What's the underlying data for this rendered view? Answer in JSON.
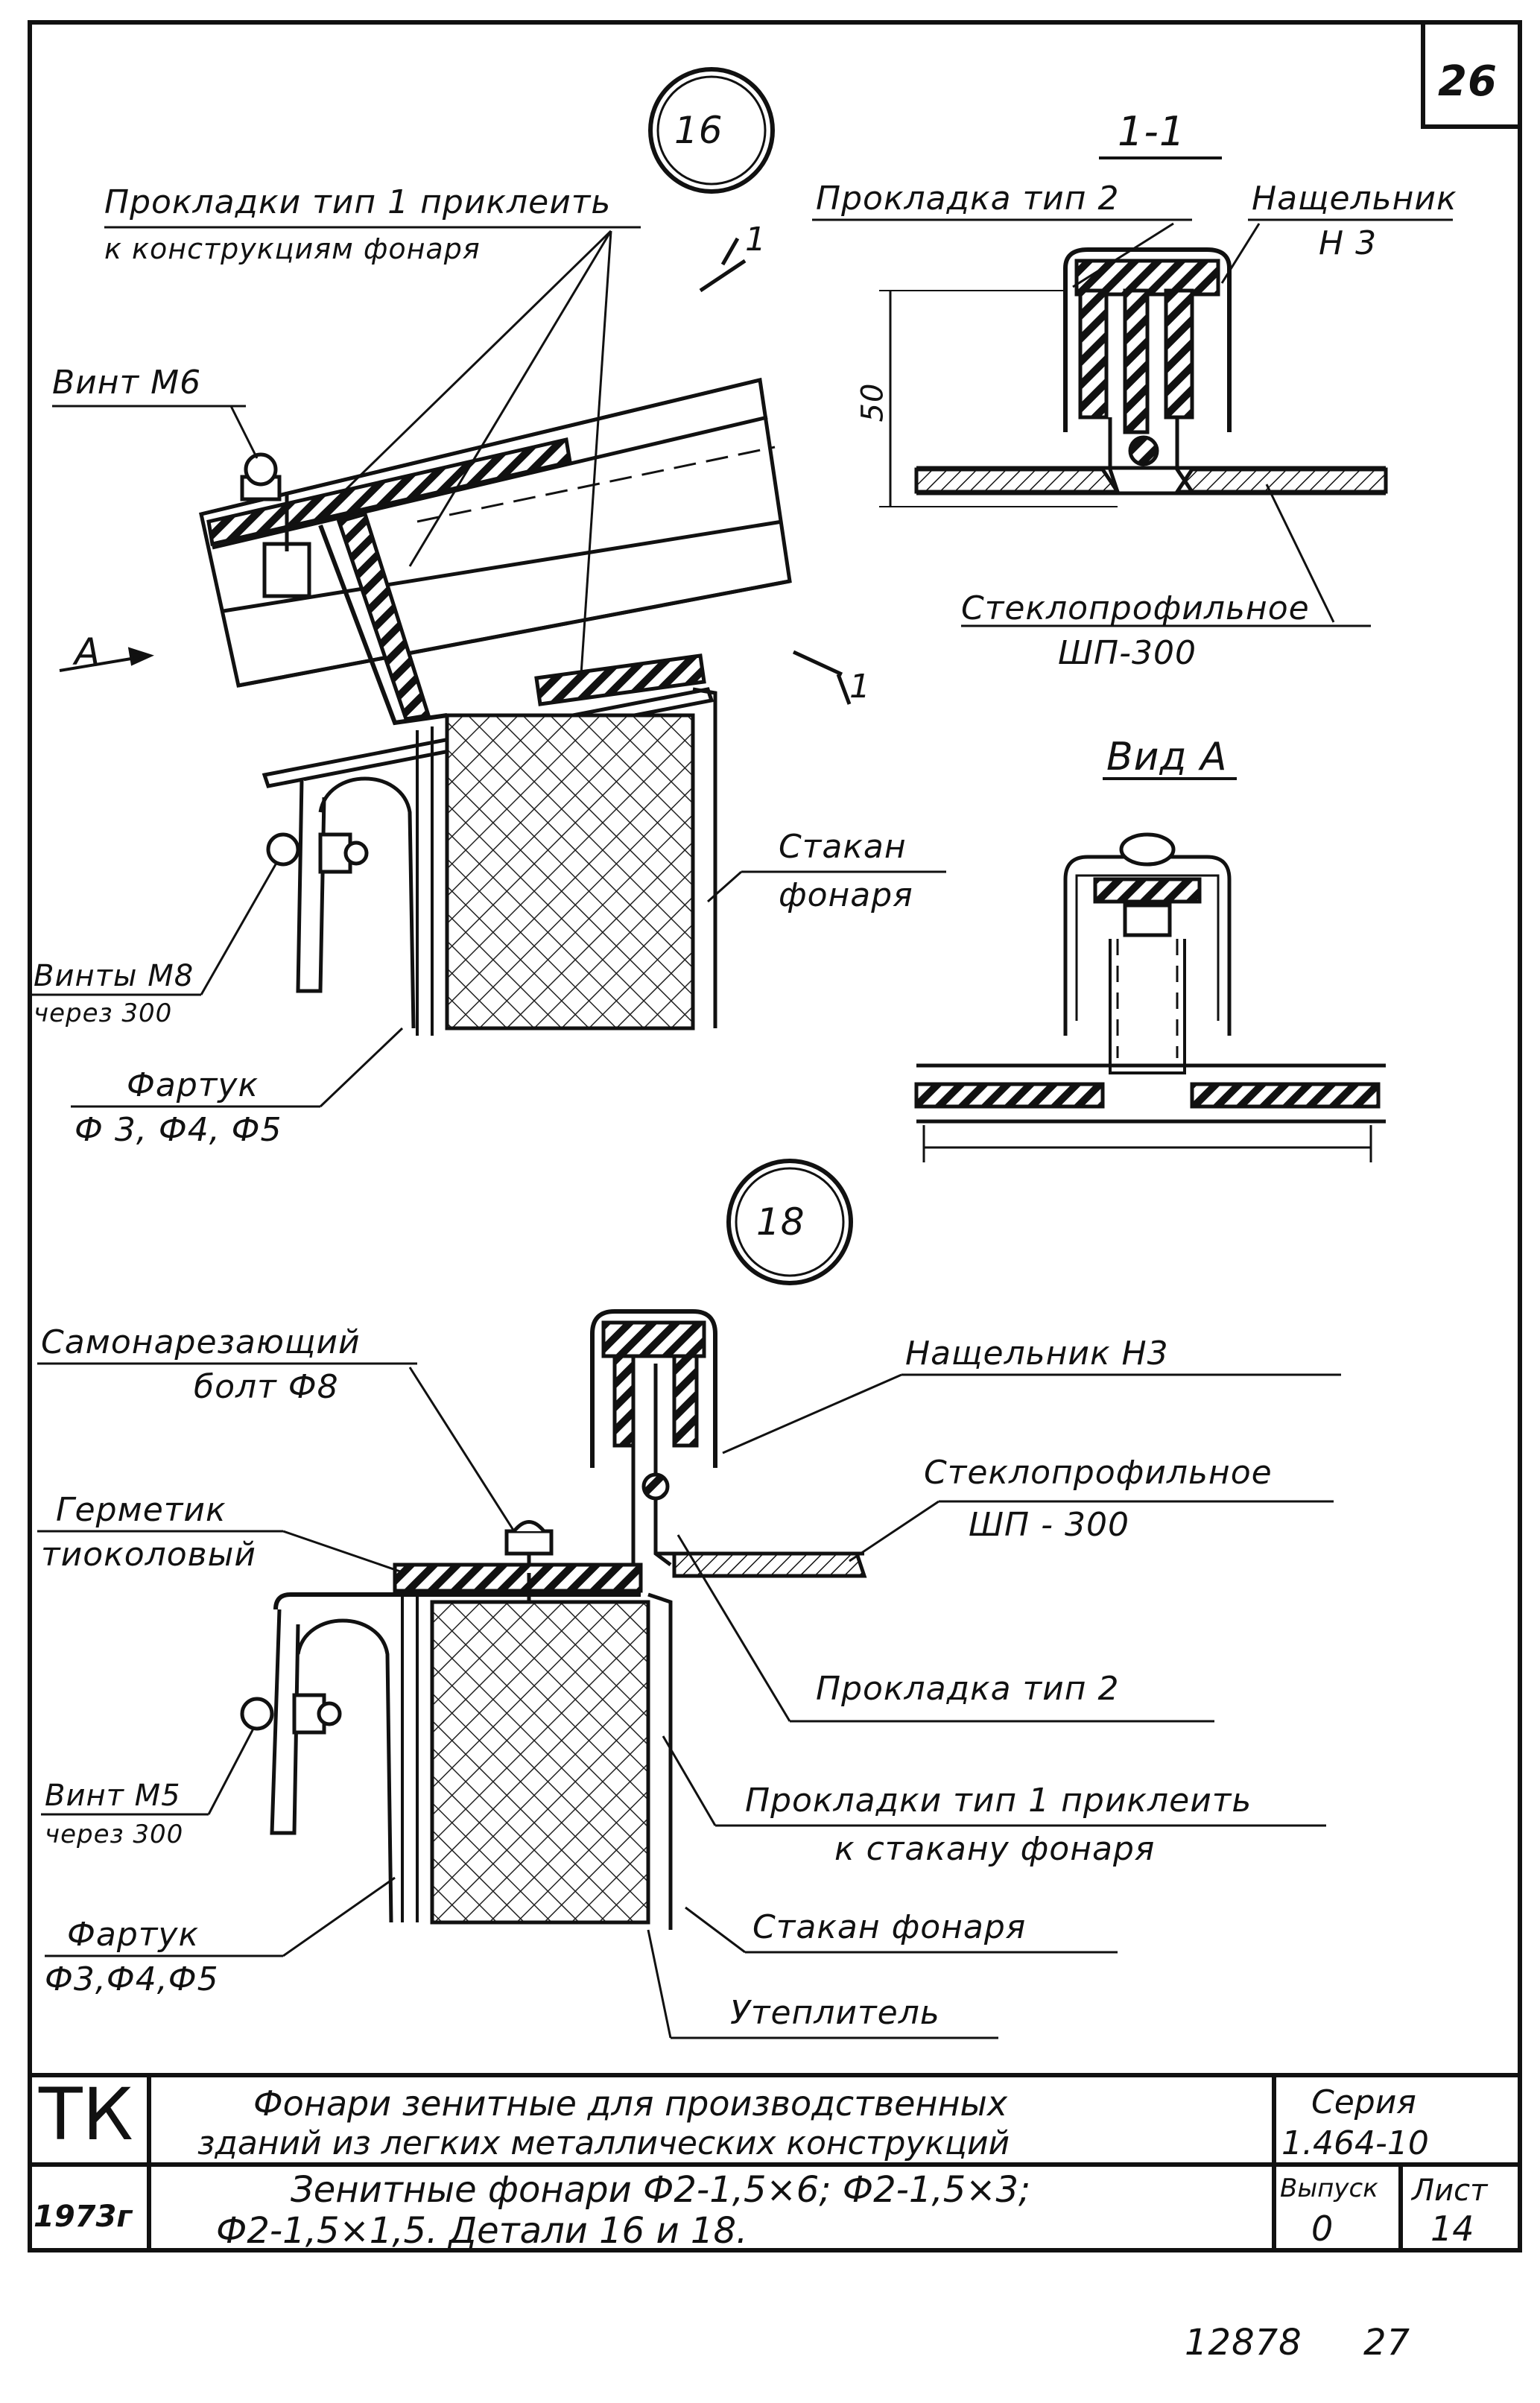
{
  "sheet": {
    "page_number": "26",
    "footer_left": "12878",
    "footer_right": "27"
  },
  "detail_16": {
    "callout": "16",
    "section_mark": "1",
    "view_mark": "A",
    "label_gaskets_line1": "Прокладки тип 1 приклеить",
    "label_gaskets_line2": "к конструкциям фонаря",
    "label_screw": "Винт М6",
    "label_screws_line1": "Винты М8",
    "label_screws_line2": "через 300",
    "label_apron_line1": "Фартук",
    "label_apron_line2": "Ф 3, Ф4, Ф5",
    "label_curb_line1": "Стакан",
    "label_curb_line2": "фонаря"
  },
  "section_1_1": {
    "title": "1-1",
    "label_gasket": "Прокладка тип 2",
    "label_cover_line1": "Нащельник",
    "label_cover_line2": "Н 3",
    "dimension": "50",
    "label_glass_line1": "Стеклопрофильное",
    "label_glass_line2": "ШП-300"
  },
  "view_a": {
    "title": "Вид А"
  },
  "detail_18": {
    "callout": "18",
    "label_bolt_line1": "Самонарезающий",
    "label_bolt_line2": "болт Ф8",
    "label_sealant_line1": "Герметик",
    "label_sealant_line2": "тиоколовый",
    "label_cover": "Нащельник  Н3",
    "label_glass_line1": "Стеклопрофильное",
    "label_glass_line2": "ШП - 300",
    "label_gasket2": "Прокладка тип 2",
    "label_screw_line1": "Винт М5",
    "label_screw_line2": "через 300",
    "label_gaskets1_line1": "Прокладки тип 1 приклеить",
    "label_gaskets1_line2": "к стакану фонаря",
    "label_apron_line1": "Фартук",
    "label_apron_line2": "Ф3,Ф4,Ф5",
    "label_curb": "Стакан фонаря",
    "label_insulation": "Утеплитель"
  },
  "title_block": {
    "org": "ТК",
    "project_line1": "Фонари зенитные для производственных",
    "project_line2": "зданий из легких металлических конструкций",
    "series_label": "Серия",
    "series_value": "1.464-10",
    "year": "1973г",
    "drawing_line1": "Зенитные фонари Ф2-1,5×6; Ф2-1,5×3;",
    "drawing_line2": "Ф2-1,5×1,5.  Детали 16 и 18.",
    "issue_label": "Выпуск",
    "issue_value": "0",
    "sheet_label": "Лист",
    "sheet_value": "14"
  }
}
